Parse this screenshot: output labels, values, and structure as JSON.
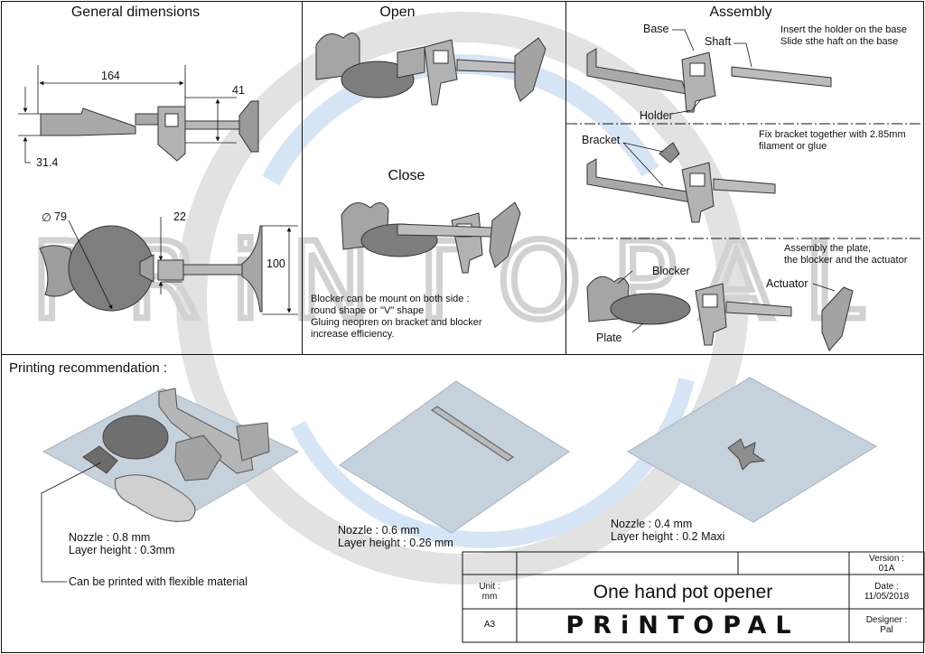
{
  "watermark": {
    "text": "PRiNTOPAL"
  },
  "panels": {
    "general": {
      "title": "General dimensions",
      "dim_length": "164",
      "dim_height": "41",
      "dim_thickness": "31.4",
      "dim_diameter_symbol": "∅",
      "dim_diameter": "79",
      "dim_gap": "22",
      "dim_total": "100"
    },
    "open": {
      "title": "Open"
    },
    "close": {
      "title": "Close"
    },
    "blocker_note": [
      "Blocker can be mount on both side :",
      "round shape  or \"V\" shape",
      "Gluing neopren on bracket and blocker",
      "increase efficiency."
    ],
    "assembly": {
      "title": "Assembly",
      "step1": [
        "Insert the holder on the base",
        "Slide sthe haft on the base"
      ],
      "step2": [
        "Fix bracket together with 2.85mm",
        "filament or glue"
      ],
      "step3": [
        "Assembly the plate,",
        "the blocker and the actuator"
      ],
      "labels": {
        "base": "Base",
        "shaft": "Shaft",
        "holder": "Holder",
        "bracket": "Bracket",
        "blocker": "Blocker",
        "actuator": "Actuator",
        "plate": "Plate"
      }
    }
  },
  "printing": {
    "title": "Printing recommendation :",
    "plate1": {
      "nozzle": "Nozzle : 0.8 mm",
      "layer": "Layer height : 0.3mm"
    },
    "plate2": {
      "nozzle": "Nozzle : 0.6 mm",
      "layer": "Layer height : 0.26 mm"
    },
    "plate3": {
      "nozzle": "Nozzle : 0.4 mm",
      "layer": "Layer height : 0.2 Maxi"
    },
    "flexible_note": "Can be printed with flexible material"
  },
  "title_block": {
    "version_label": "Version :",
    "version": "01A",
    "unit_label": "Unit :",
    "unit": "mm",
    "title": "One hand pot opener",
    "date_label": "Date :",
    "date": "11/05/2018",
    "format": "A3",
    "logo_text": "PRiNTOPAL",
    "designer_label": "Designer :",
    "designer": "Pal"
  },
  "colors": {
    "part_gray": "#a9a9a9",
    "part_dark": "#7d7d7d",
    "plate_blue": "#c3d0d9",
    "watermark": "#d4d4d4",
    "watermark_blue": "#cfe0f3"
  }
}
